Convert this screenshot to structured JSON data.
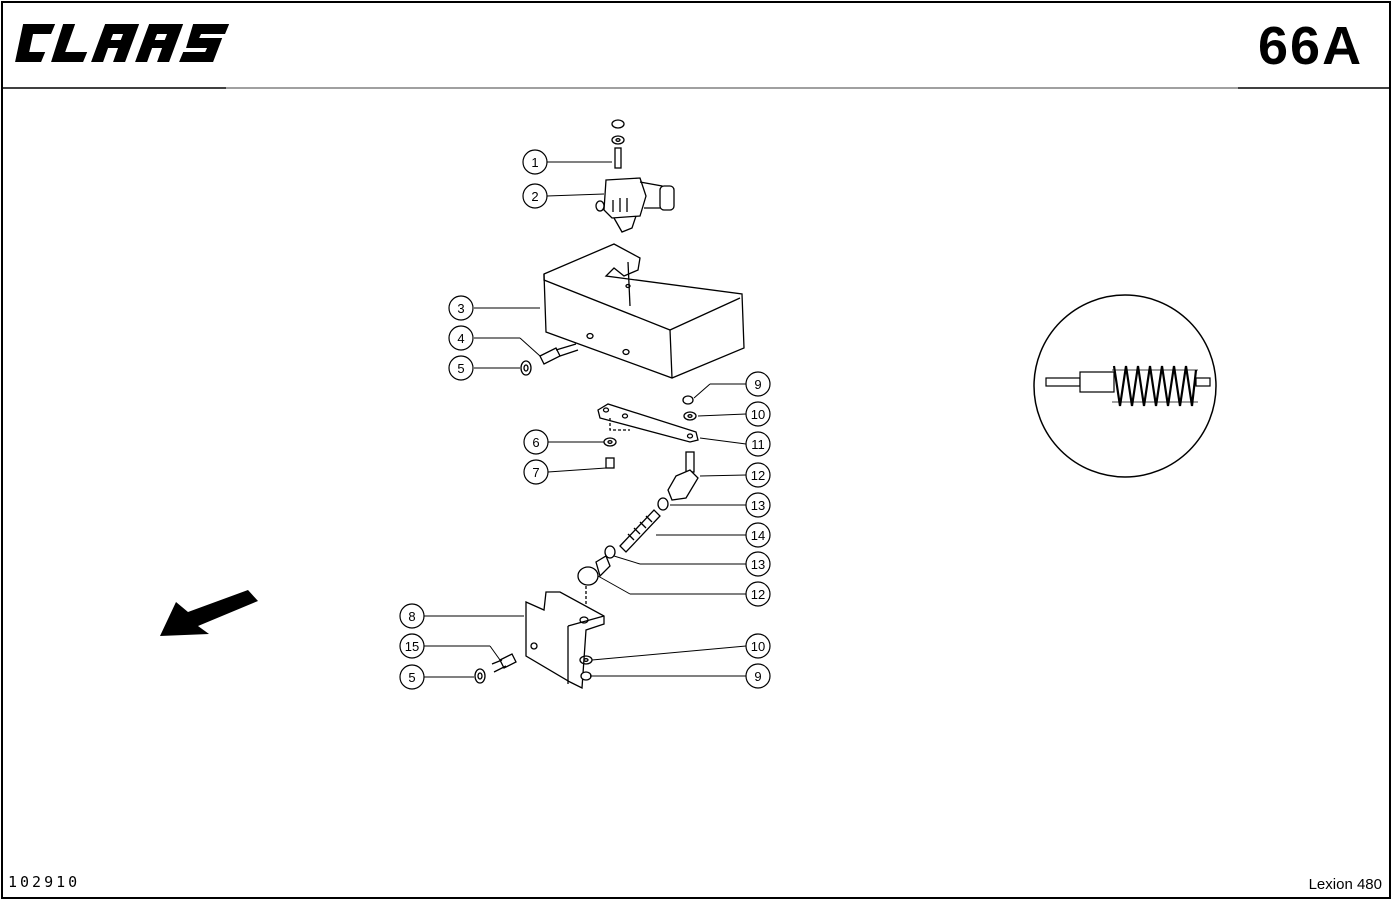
{
  "header": {
    "brand": "CLAAS",
    "page_number": "66A"
  },
  "footer": {
    "document_code": "102910",
    "model": "Lexion 480"
  },
  "callouts": [
    {
      "label": "1"
    },
    {
      "label": "2"
    },
    {
      "label": "3"
    },
    {
      "label": "4"
    },
    {
      "label": "5"
    },
    {
      "label": "6"
    },
    {
      "label": "7"
    },
    {
      "label": "9"
    },
    {
      "label": "10"
    },
    {
      "label": "11"
    },
    {
      "label": "12"
    },
    {
      "label": "13"
    },
    {
      "label": "14"
    },
    {
      "label": "13"
    },
    {
      "label": "12"
    },
    {
      "label": "8"
    },
    {
      "label": "15"
    },
    {
      "label": "5"
    },
    {
      "label": "10"
    },
    {
      "label": "9"
    }
  ],
  "icons": {
    "direction": "direction-arrow-icon",
    "detail": "spring-detail-icon"
  }
}
